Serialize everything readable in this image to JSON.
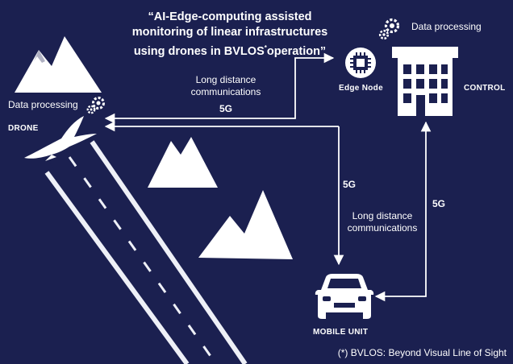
{
  "title": {
    "line1": "“AI-Edge-computing assisted",
    "line2": "monitoring of linear infrastructures",
    "line3_pre": "using drones in BVLOS",
    "line3_sup": "*",
    "line3_post": "operation”"
  },
  "drone": {
    "label": "DRONE",
    "processing": "Data processing"
  },
  "control": {
    "label": "CONTROL",
    "processing": "Data processing",
    "edge_node": "Edge Node"
  },
  "mobile_unit": {
    "label": "MOBILE UNIT"
  },
  "links": {
    "drone_edge": {
      "line1": "Long distance",
      "line2": "communications",
      "tech": "5G"
    },
    "drone_mobile": {
      "tech": "5G",
      "line1": "Long distance",
      "line2": "communications"
    },
    "mobile_control": {
      "tech": "5G"
    }
  },
  "footnote": "(*) BVLOS: Beyond Visual Line of Sight",
  "colors": {
    "background": "#1b2050",
    "foreground": "#ffffff",
    "road": "#eef0f7"
  }
}
